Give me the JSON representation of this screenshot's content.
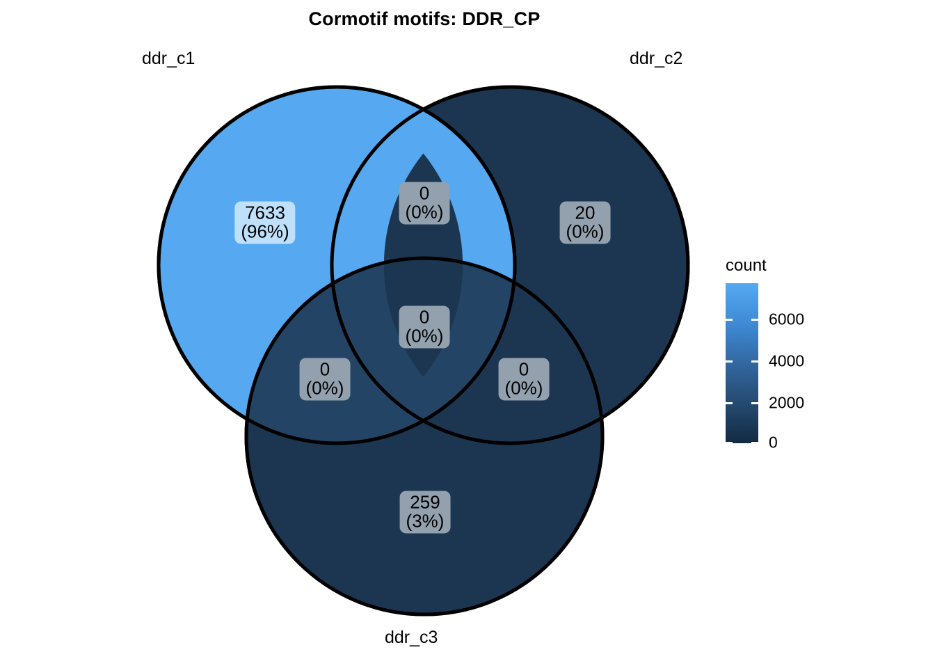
{
  "plot": {
    "title": "Cormotif motifs: DDR_CP",
    "background": "#ffffff",
    "outline_color": "#000000"
  },
  "sets": {
    "c1": {
      "label": "ddr_c1",
      "fill": "#56a9f0"
    },
    "c2": {
      "label": "ddr_c2",
      "fill": "#1c3651"
    },
    "c3": {
      "label": "ddr_c3",
      "fill": "#1c3651"
    }
  },
  "legend": {
    "title": "count",
    "gradient_top_color": "#56a9f0",
    "gradient_bottom_color": "#132a42",
    "ticks": [
      {
        "label": "6000",
        "value": 6000
      },
      {
        "label": "4000",
        "value": 4000
      },
      {
        "label": "2000",
        "value": 2000
      },
      {
        "label": "0",
        "value": 0
      }
    ]
  },
  "regions": [
    {
      "id": "c1-only",
      "count": "7633",
      "percent": "(96%)",
      "fill": "#bfe0fb"
    },
    {
      "id": "c1-c2",
      "count": "0",
      "percent": "(0%)",
      "fill": "#93a1ae"
    },
    {
      "id": "c2-only",
      "count": "20",
      "percent": "(0%)",
      "fill": "#93a1ae"
    },
    {
      "id": "c1-c2-c3",
      "count": "0",
      "percent": "(0%)",
      "fill": "#93a1ae"
    },
    {
      "id": "c1-c3",
      "count": "0",
      "percent": "(0%)",
      "fill": "#93a1ae"
    },
    {
      "id": "c2-c3",
      "count": "0",
      "percent": "(0%)",
      "fill": "#93a1ae"
    },
    {
      "id": "c3-only",
      "count": "259",
      "percent": "(3%)",
      "fill": "#93a1ae"
    }
  ],
  "chart_data": {
    "type": "venn",
    "title": "Cormotif motifs: DDR_CP",
    "sets": [
      "ddr_c1",
      "ddr_c2",
      "ddr_c3"
    ],
    "legend_title": "count",
    "legend_ticks": [
      0,
      2000,
      4000,
      6000
    ],
    "legend_range": [
      0,
      7633
    ],
    "regions": [
      {
        "sets": [
          "ddr_c1"
        ],
        "count": 7633,
        "percent": 96
      },
      {
        "sets": [
          "ddr_c1",
          "ddr_c2"
        ],
        "count": 0,
        "percent": 0
      },
      {
        "sets": [
          "ddr_c2"
        ],
        "count": 20,
        "percent": 0
      },
      {
        "sets": [
          "ddr_c1",
          "ddr_c2",
          "ddr_c3"
        ],
        "count": 0,
        "percent": 0
      },
      {
        "sets": [
          "ddr_c1",
          "ddr_c3"
        ],
        "count": 0,
        "percent": 0
      },
      {
        "sets": [
          "ddr_c2",
          "ddr_c3"
        ],
        "count": 0,
        "percent": 0
      },
      {
        "sets": [
          "ddr_c3"
        ],
        "count": 259,
        "percent": 3
      }
    ]
  }
}
